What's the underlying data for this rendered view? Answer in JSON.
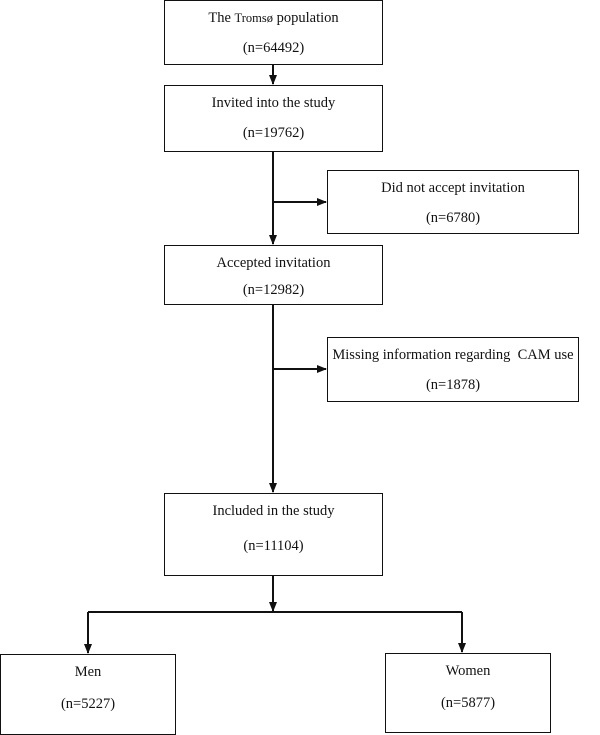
{
  "flowchart": {
    "population": {
      "label_prefix": "The",
      "label_place": "Tromsø",
      "label_suffix": "population",
      "count": "(n=64492)"
    },
    "invited": {
      "label": "Invited into the study",
      "count": "(n=19762)"
    },
    "not_accepted": {
      "label": "Did not accept invitation",
      "count": "(n=6780)"
    },
    "accepted": {
      "label": "Accepted invitation",
      "count": "(n=12982)"
    },
    "missing": {
      "label": "Missing information regarding  CAM use",
      "count": "(n=1878)"
    },
    "included": {
      "label": "Included in the study",
      "count": "(n=11104)"
    },
    "men": {
      "label": "Men",
      "count": "(n=5227)"
    },
    "women": {
      "label": "Women",
      "count": "(n=5877)"
    }
  },
  "colors": {
    "line": "#111111",
    "box_fill": "#ffffff",
    "text": "#111111"
  }
}
